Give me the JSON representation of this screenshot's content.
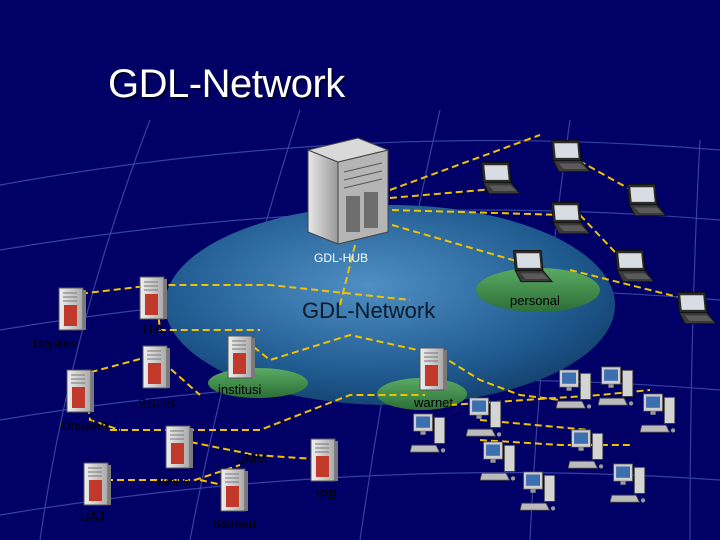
{
  "title": "GDL-Network",
  "hub_label": "GDL-HUB",
  "center_label": "GDL-Network",
  "zones": {
    "personal": "personal",
    "institusi": "institusi",
    "warnet": "warnet"
  },
  "nodes": {
    "depkes": "Depkes",
    "itb": "ITB",
    "rshs": "RSHS",
    "unsyiah": "Unsyiah",
    "umm": "UMM",
    "binus": "Binus",
    "ipb": "IPB",
    "uaj": "UAJ",
    "salman": "Salman"
  },
  "colors": {
    "background": "#000066",
    "grid": "#3a4aa8",
    "hub_disc": "#1f5a8f",
    "zone_green": "#3d8a4a",
    "link": "#f2c200"
  },
  "icons": {
    "hub": "server-tower-icon",
    "node": "server-icon",
    "personal": "laptop-icon",
    "warnet": "desktop-workstation-icon"
  }
}
